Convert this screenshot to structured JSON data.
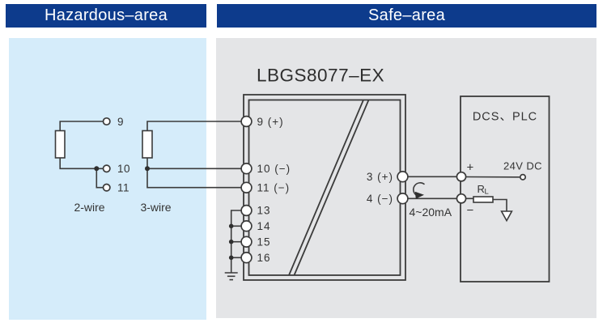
{
  "headers": {
    "hazardous": "Hazardous–area",
    "safe": "Safe–area"
  },
  "hazardous_area": {
    "two_wire": {
      "label": "2-wire",
      "terminal_9": "9",
      "terminal_10": "10",
      "terminal_11": "11"
    },
    "three_wire": {
      "label": "3-wire"
    }
  },
  "device": {
    "model": "LBGS8077–EX",
    "terminals": {
      "t9": "9 (+)",
      "t10": "10 (−)",
      "t11": "11 (−)",
      "t13": "13",
      "t14": "14",
      "t15": "15",
      "t16": "16",
      "t3": "3 (+)",
      "t4": "4 (−)"
    },
    "output_label": "4~20mA"
  },
  "dcs": {
    "title": "DCS、PLC",
    "plus": "+",
    "minus": "−",
    "supply": "24V DC",
    "load_resistor": "R",
    "load_resistor_sub": "L"
  },
  "colors": {
    "header_bg": "#0d3b8c",
    "header_text": "#ffffff",
    "hazardous_panel_bg": "#d5ecfa",
    "safe_panel_bg": "#e4e5e7",
    "line": "#3b3b3b",
    "text": "#333333"
  }
}
